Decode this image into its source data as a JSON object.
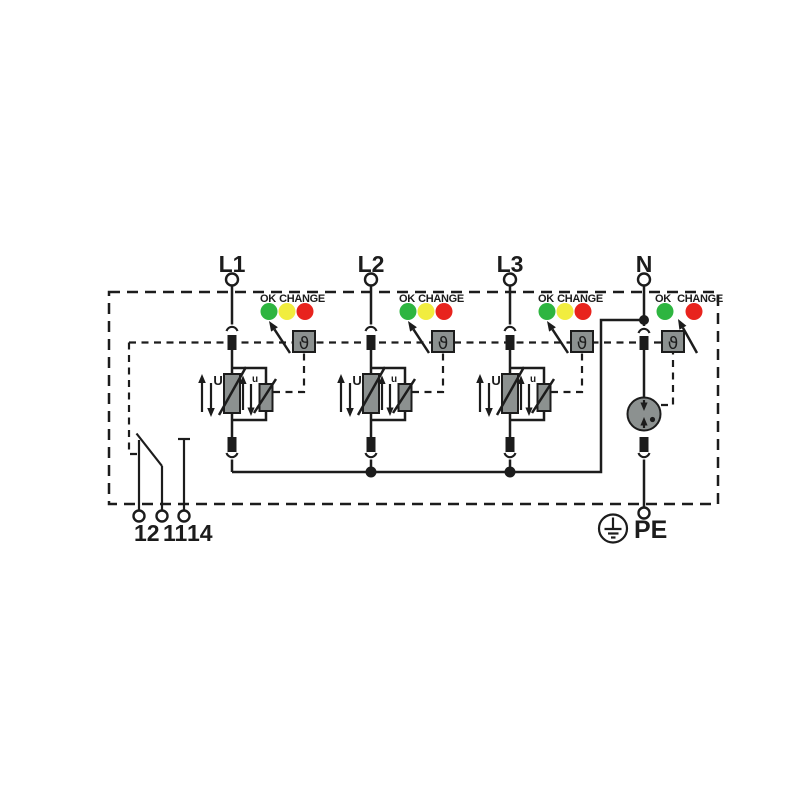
{
  "colors": {
    "line": "#1c1c1c",
    "component-gray": "#8c9190",
    "led-green": "#2eb540",
    "led-yellow": "#f1ed3f",
    "led-red": "#e8231d",
    "background": "#ffffff"
  },
  "diagram": {
    "type": "surge-protection-device-circuit",
    "phases": [
      {
        "label": "L1"
      },
      {
        "label": "L2"
      },
      {
        "label": "L3"
      },
      {
        "label": "N"
      }
    ],
    "led_labels": {
      "ok": "OK",
      "change": "CHANGE"
    },
    "theta_symbol": "ϑ",
    "voltage_arrow_labels": {
      "main": "U",
      "aux": "u"
    },
    "relay_terminals": [
      {
        "label": "12"
      },
      {
        "label": "11"
      },
      {
        "label": "14"
      }
    ],
    "pe_label": "PE"
  }
}
